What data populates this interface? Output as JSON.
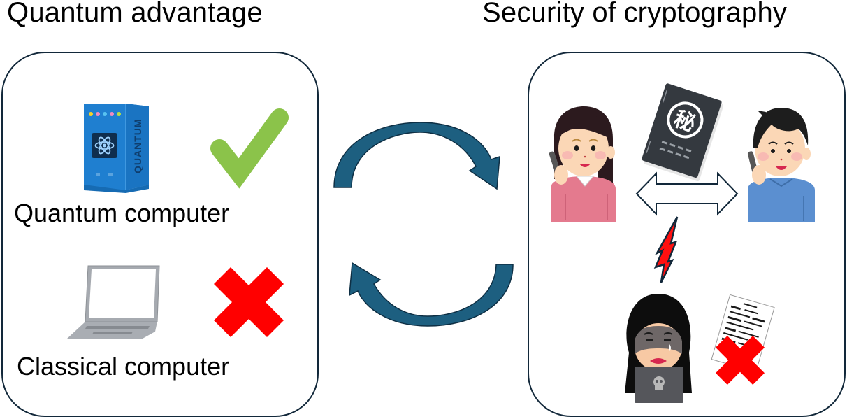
{
  "left_panel": {
    "title": "Quantum advantage",
    "items": [
      {
        "label": "Quantum computer",
        "device_text": "QUANTUM",
        "status": "check",
        "status_color": "#8bc34a"
      },
      {
        "label": "Classical computer",
        "status": "cross",
        "status_color": "#ff0000"
      }
    ]
  },
  "right_panel": {
    "title": "Security of cryptography",
    "book_symbol": "秘",
    "sender": "woman-on-phone",
    "receiver": "man-on-phone",
    "attacker": "hacker",
    "attack_result": "cross"
  },
  "colors": {
    "panel_border": "#12283a",
    "cycle_arrow": "#1d5f80",
    "lightning": "#ff0000",
    "quantum_device": "#1f7fd0"
  }
}
